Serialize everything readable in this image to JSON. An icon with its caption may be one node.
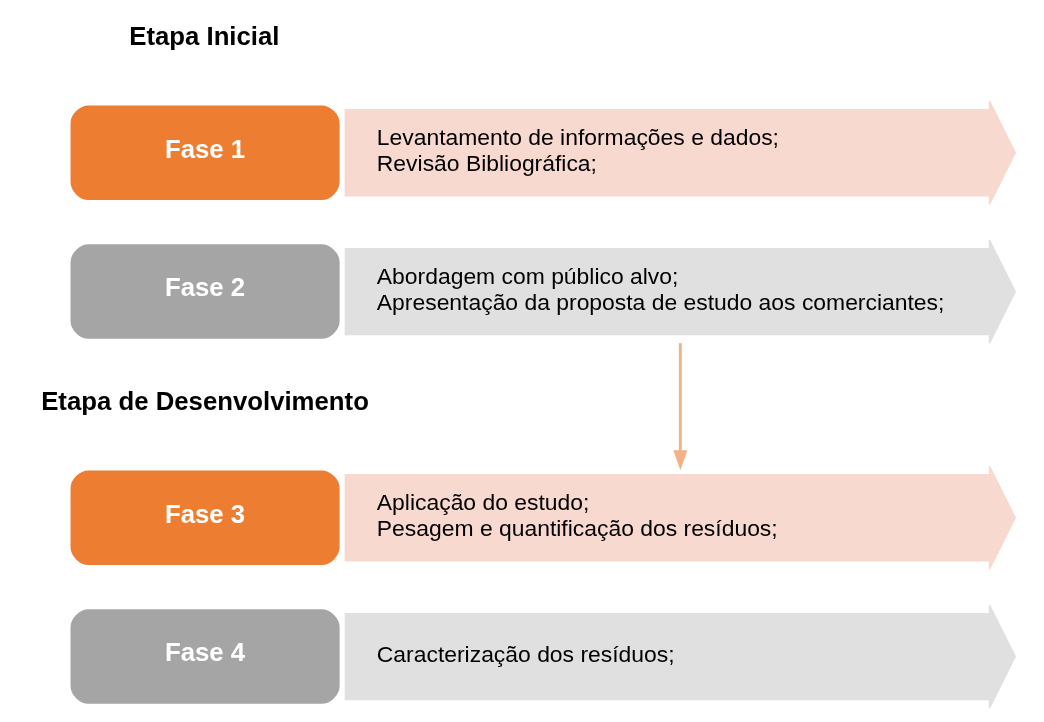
{
  "diagram": {
    "nodes": [
      {
        "text": [
          "Fase 1"
        ]
      },
      {
        "text": [
          "Levantamento de informações e dados;",
          "Revisão Bibliográfica;"
        ]
      },
      {
        "text": [
          "Fase 2"
        ]
      },
      {
        "text": [
          "Abordagem com público alvo;",
          "Apresentação da proposta de estudo aos comerciantes;"
        ]
      },
      {
        "text": [
          "Fase 3"
        ]
      },
      {
        "text": [
          "Aplicação do estudo;",
          "Pesagem e quantificação dos resíduos;"
        ]
      },
      {
        "text": [
          "Fase 4"
        ]
      },
      {
        "text": [
          "Caracterização dos resíduos;"
        ]
      }
    ],
    "edges": [
      {
        "from": 3,
        "to": 5,
        "arrow": "to",
        "color": "#f4b183"
      }
    ],
    "labels": [
      "Etapa Inicial",
      "Etapa de Desenvolvimento"
    ]
  }
}
